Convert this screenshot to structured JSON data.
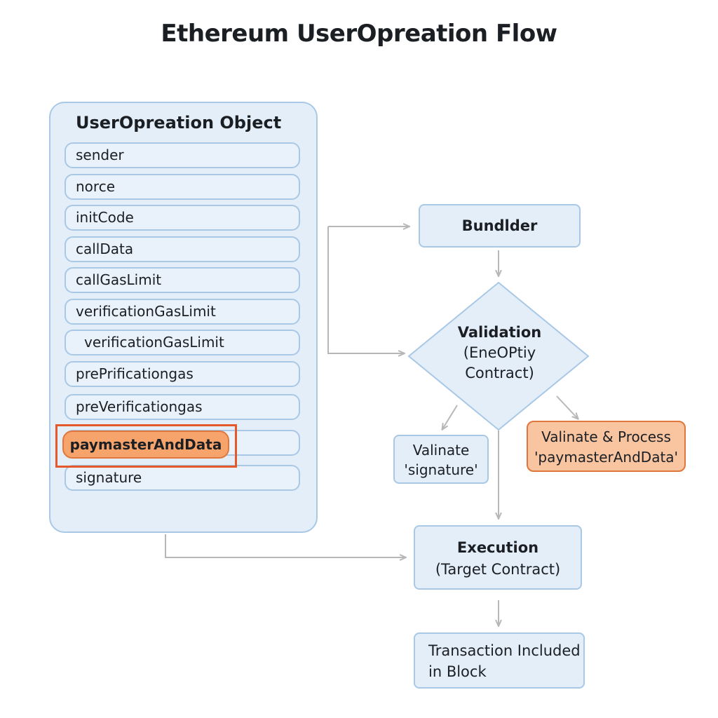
{
  "title": "Ethereum UserOpreation Flow",
  "userop_panel": {
    "heading": "UserOpreation Object",
    "fields": [
      "sender",
      "norce",
      "initCode",
      "callData",
      "callGasLimit",
      "verificationGasLimit",
      "verificationGasLimit",
      "prePrificationgas",
      "preVerificationgas",
      "",
      "signature"
    ],
    "highlighted_field": "paymasterAndData"
  },
  "bundler": {
    "label": "Bundlder"
  },
  "validation": {
    "title": "Validation",
    "line1": "(EneOPtiy",
    "line2": "Contract)"
  },
  "signature_check": {
    "line1": "Valinate",
    "line2": "'signature'"
  },
  "paymaster_check": {
    "line1": "Valinate & Process",
    "line2": "'paymasterAndData'"
  },
  "execution": {
    "title": "Execution",
    "subtitle": "(Target Contract)"
  },
  "result": {
    "line1": "Transaction Included",
    "line2": "in Block"
  },
  "colors": {
    "panel_fill": "#e3eef9",
    "panel_border": "#a9c8e6",
    "connector": "#b7b7b7",
    "highlight_fill": "#f6a46b",
    "highlight_border": "#e4592a"
  }
}
